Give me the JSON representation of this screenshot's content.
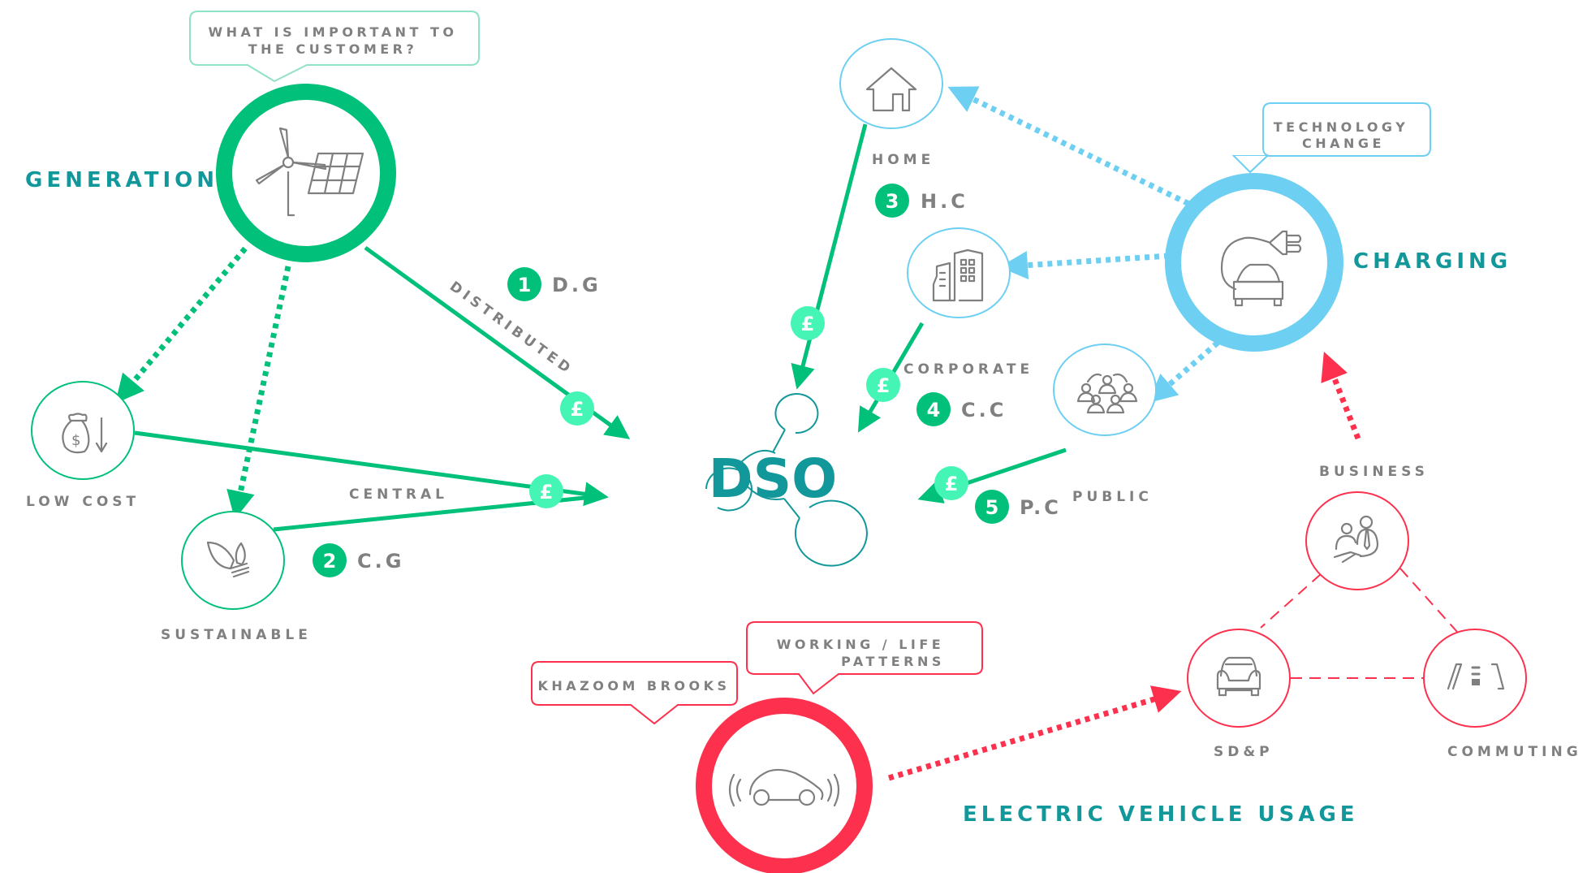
{
  "colors": {
    "green": "#00c07a",
    "pound_badge": "#45f5b5",
    "blue": "#6dcff2",
    "red": "#fd314d",
    "teal": "#12979a",
    "gray_text": "#808080"
  },
  "generation": {
    "title": "GENERATION",
    "bubble_line1": "WHAT IS IMPORTANT TO",
    "bubble_line2": "THE CUSTOMER?",
    "icon": "wind-turbine-solar-panel-icon",
    "nodes": {
      "low_cost": {
        "label": "LOW COST",
        "icon": "money-bag-down-icon"
      },
      "sustainable": {
        "label": "SUSTAINABLE",
        "icon": "leaf-bulb-icon"
      }
    },
    "edge_labels": {
      "distributed": "DISTRIBUTED",
      "central": "CENTRAL"
    }
  },
  "dso": {
    "label": "DSO",
    "icon": "network-nodes-icon"
  },
  "payments": {
    "symbol": "£"
  },
  "flows": [
    {
      "number": "1",
      "code": "D.G"
    },
    {
      "number": "2",
      "code": "C.G"
    },
    {
      "number": "3",
      "code": "H.C"
    },
    {
      "number": "4",
      "code": "C.C"
    },
    {
      "number": "5",
      "code": "P.C"
    }
  ],
  "charging": {
    "title": "CHARGING",
    "bubble_line1": "TECHNOLOGY",
    "bubble_line2": "CHANGE",
    "icon": "ev-plug-car-icon",
    "nodes": {
      "home": {
        "label": "HOME",
        "icon": "house-icon"
      },
      "corporate": {
        "label": "CORPORATE",
        "icon": "office-buildings-icon"
      },
      "public": {
        "label": "PUBLIC",
        "icon": "crowd-icon"
      }
    }
  },
  "ev_usage": {
    "title": "ELECTRIC VEHICLE USAGE",
    "bubble_left": "KHAZOOM BROOKS",
    "bubble_right_line1": "WORKING / LIFE",
    "bubble_right_line2": "PATTERNS",
    "icon": "connected-car-icon",
    "nodes": {
      "business": {
        "label": "BUSINESS",
        "icon": "handshake-people-icon"
      },
      "sdp": {
        "label": "SD&P",
        "icon": "car-front-icon"
      },
      "commuting": {
        "label": "COMMUTING",
        "icon": "road-icon"
      }
    }
  }
}
